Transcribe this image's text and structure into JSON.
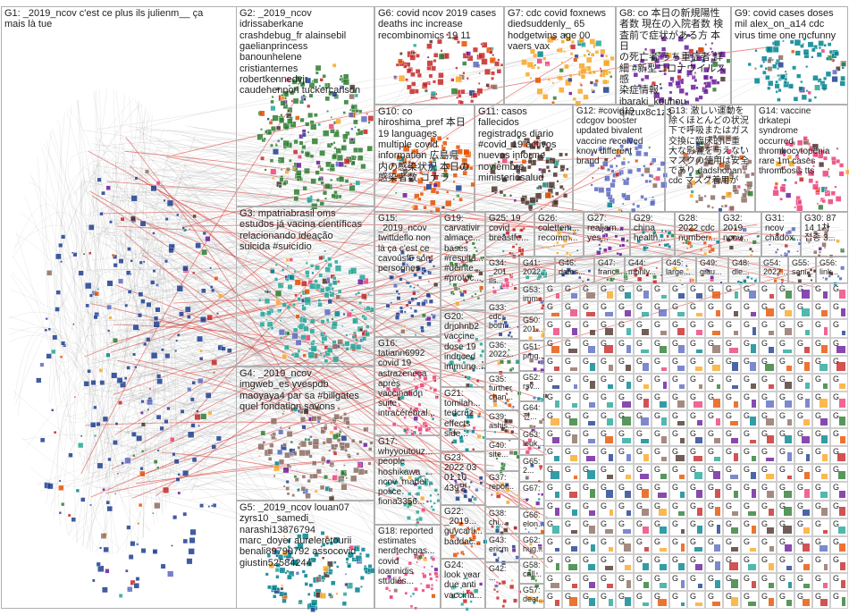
{
  "groups": [
    {
      "id": "G1",
      "text": "G1: _2019_ncov c'est ce plus ils julienm__ ça\nmais là tue"
    },
    {
      "id": "G2",
      "text": "G2: _2019_ncov\nidrissaberkane\ncrashdebug_fr alainsebil\ngaelianprincess\nbanounhelene\ncristianternes\nrobertkennedyjr\ncaudehennon tuckercarlson"
    },
    {
      "id": "G6",
      "text": "G6: covid ncov 2019 cases\ndeaths inc increase\nrecombinomics 19 11"
    },
    {
      "id": "G7",
      "text": "G7: cdc covid foxnews\ndiedsuddenly_ 65\nhodgetwins age 00\nvaers vax"
    },
    {
      "id": "G8",
      "text": "G8: co 本日の新規陽性\n者数 現在の入院者数 検\n査前で症状がある方 本日\nの死亡者 うち重症者 詳\n細 #新型コロナウイルス感\n染症情報\nibaraki_kouhou\nqnzux8c1z3"
    },
    {
      "id": "G9",
      "text": "G9: covid cases doses\nmil alex_on_a14 cdc\nvirus time one mcfunny"
    },
    {
      "id": "G10",
      "text": "G10: co\nhiroshima_pref 本日\n19 languages\nmultiple covid\ninformation 広島県\n内の感染状況 本日の\n感染者数 コナラ"
    },
    {
      "id": "G11",
      "text": "G11: casos\nfallecidos\nregistrados diario\n#covid_19 activos\nnuevos informe\nnoviembre\nministeriosalud"
    },
    {
      "id": "G12",
      "text": "G12: #covid19\ncdcgov booster\nupdated bivalent\nvaccine received\nknow different\nbrand"
    },
    {
      "id": "G13",
      "text": "G13: 激しい運動を\n除くほとんどの状況\n下で呼吸またはガス\n交換に臨床的に重\n大な影響を与えない\nマスクの使用は安全\nであり dadshonan\ncdc マスク着用が"
    },
    {
      "id": "G14",
      "text": "G14: vaccine\ndrkatepi\nsyndrome\noccurred\nthrombocytopenia\nrare 1m cases\nthrombosis tts"
    },
    {
      "id": "G3",
      "text": "G3: mpatriabrasil oms\nestudos já vacina científicas\nrelacionando ideação\nsuicida #suicídio"
    },
    {
      "id": "G15",
      "text": "G15:\n_2019_ncov\ntwittdeflo non\nlà ça c'est ce\ncavousf5 sont\npersonnes"
    },
    {
      "id": "G19",
      "text": "G19:\ncarvativir\nalmace...\nbases\n#resulta...\n#deinte...\n#protoc..."
    },
    {
      "id": "G25",
      "text": "G25: 19\ncovid\nbreastfe..."
    },
    {
      "id": "G26",
      "text": "G26:\ncolettem...\nrecomm..."
    },
    {
      "id": "G27",
      "text": "G27:\nrealjam...\nyes..."
    },
    {
      "id": "G29",
      "text": "G29:\nchina\nhealth..."
    },
    {
      "id": "G28",
      "text": "G28:\n2022 cdc\nnumber..."
    },
    {
      "id": "G32",
      "text": "G32:\n2019\nncov..."
    },
    {
      "id": "G31",
      "text": "G31:\nncov\nchadox..."
    },
    {
      "id": "G30",
      "text": "G30: 87\n14 1차\n접종 3..."
    },
    {
      "id": "G34",
      "text": "G34:\n_201...\nils..."
    },
    {
      "id": "G41",
      "text": "G41:\n2022..."
    },
    {
      "id": "G46",
      "text": "G46:\ndatos..."
    },
    {
      "id": "G47",
      "text": "G47:\nfranc..."
    },
    {
      "id": "G44",
      "text": "G44:\nmorily..."
    },
    {
      "id": "G45",
      "text": "G45:\nlarge..."
    },
    {
      "id": "G49",
      "text": "G49:\ngiau..."
    },
    {
      "id": "G48",
      "text": "G48:\ndie..."
    },
    {
      "id": "G54",
      "text": "G54:\n2022..."
    },
    {
      "id": "G55",
      "text": "G55:\nsani..."
    },
    {
      "id": "G56",
      "text": "G56:\nlink..."
    },
    {
      "id": "G4",
      "text": "G4: _2019_ncov\nimgweb_es yvespdb\nmaoyaya4 par sa #billgates\nquel fondation savons"
    },
    {
      "id": "G16",
      "text": "G16:\ntatiann6992\ncovid 19\nastrazeneca\naprès\nvaccination\nsuite\nintracérébral..."
    },
    {
      "id": "G20",
      "text": "G20:\ndrjohnb2\nvaccine\ndose 19\ninduced\nimmune..."
    },
    {
      "id": "G33",
      "text": "G33:\ncdc\nboth..."
    },
    {
      "id": "G36",
      "text": "G36:\n2022..."
    },
    {
      "id": "G53",
      "text": "G53:\nimm..."
    },
    {
      "id": "G50",
      "text": "G50:\n201..."
    },
    {
      "id": "G51",
      "text": "G51:\npmg..."
    },
    {
      "id": "G21",
      "text": "G21:\ntomilah...\ntedcruz\neffects\nside..."
    },
    {
      "id": "G35",
      "text": "G35:\nfurther\nchan..."
    },
    {
      "id": "G39",
      "text": "G39:\nashis..."
    },
    {
      "id": "G52",
      "text": "G52:\nrsv..."
    },
    {
      "id": "G64",
      "text": "G64:\n전..."
    },
    {
      "id": "G63",
      "text": "G63:\nleuk..."
    },
    {
      "id": "G17",
      "text": "G17:\nwhyyoutouz...\npeople\nhoshikawa_...\nncov_madei...\npolice\nfiona3356..."
    },
    {
      "id": "G23",
      "text": "G23:\n2022 03\n01 10\n439명"
    },
    {
      "id": "G40",
      "text": "G40:\nsite..."
    },
    {
      "id": "G65",
      "text": "G65:\n2..."
    },
    {
      "id": "G37",
      "text": "G37:\nrepor..."
    },
    {
      "id": "G67",
      "text": "G67:\n..."
    },
    {
      "id": "G5",
      "text": "G5: _2019_ncov louan07\nzyrs10 _samedi_\nnarashi13876794\nmarc_doyer aureleretourii\nbenali89790792 assocovid\ngiustin52584244"
    },
    {
      "id": "G22",
      "text": "G22:\n_2019...\nguycarli...\nbaddac..."
    },
    {
      "id": "G38",
      "text": "G38:\nchi..."
    },
    {
      "id": "G66",
      "text": "G66:\nelon..."
    },
    {
      "id": "G62",
      "text": "G62:\nhug..."
    },
    {
      "id": "G18",
      "text": "G18: reported\nestimates\nnerdtechgas...\ncovid\nioannidis\nstudies..."
    },
    {
      "id": "G24",
      "text": "G24:\nlook year\ndue anti\nvaccina..."
    },
    {
      "id": "G43",
      "text": "G43:\nericm"
    },
    {
      "id": "G58",
      "text": "G58:\ncall..."
    },
    {
      "id": "G42",
      "text": "G42:\n..."
    },
    {
      "id": "G57",
      "text": "G57:\ndeat..."
    }
  ],
  "small_cluster_prefix": "G",
  "colors": {
    "edge": "#9a9a9a",
    "edge_highlight": "#d9302a",
    "border": "#b0b0b0",
    "node_palette": [
      "#1f3f8f",
      "#2e7d32",
      "#c62828",
      "#f9a825",
      "#6a1b9a",
      "#00838f",
      "#e65100",
      "#4e342e",
      "#5c6bc0",
      "#8d6e63",
      "#ec407a",
      "#26a69a"
    ]
  }
}
